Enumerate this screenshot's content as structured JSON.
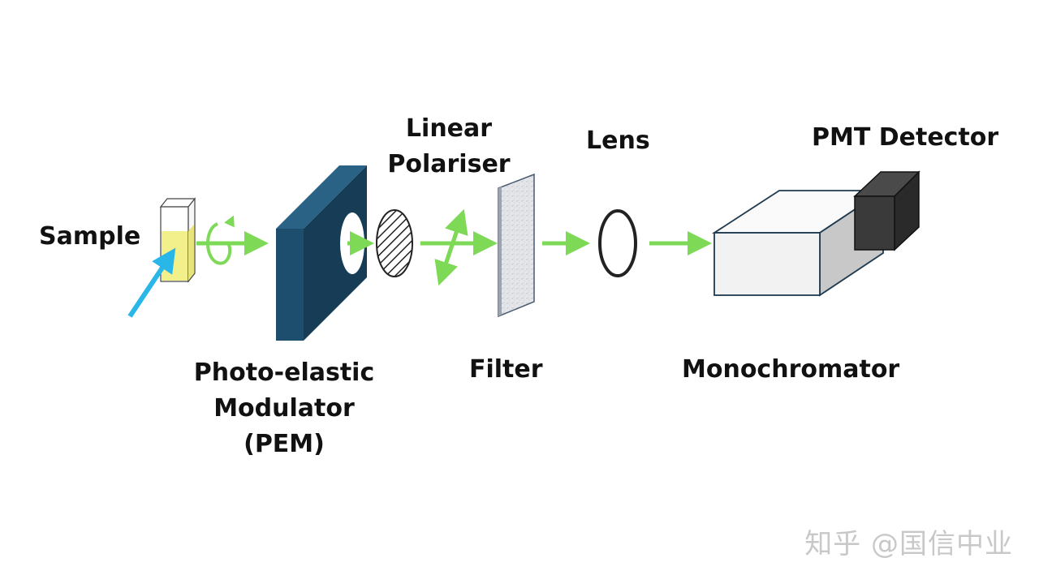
{
  "labels": {
    "sample": "Sample",
    "pem_line1": "Photo-elastic",
    "pem_line2": "Modulator",
    "pem_line3": "(PEM)",
    "polariser_line1": "Linear",
    "polariser_line2": "Polariser",
    "filter": "Filter",
    "lens": "Lens",
    "monochromator": "Monochromator",
    "pmt_detector": "PMT Detector"
  },
  "watermark": "知乎 @国信中业",
  "colors": {
    "beam": "#7ed957",
    "excitation": "#29b6e8",
    "pem": "#1e4e6e",
    "pem_side": "#163c56",
    "cuvette_liquid": "#f2f08a",
    "detector": "#3a3a3a",
    "monochromator": "#f2f2f2"
  }
}
